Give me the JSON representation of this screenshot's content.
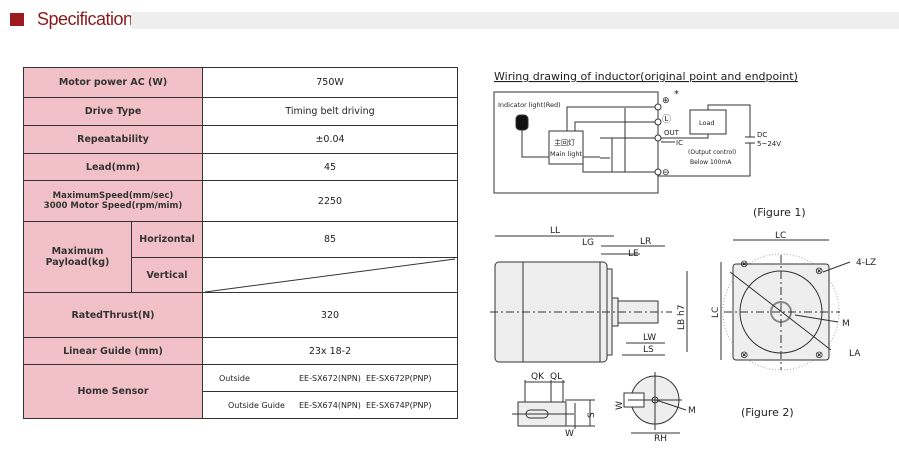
{
  "header": {
    "title": "Specification"
  },
  "table": {
    "motor_power": {
      "label": "Motor power AC (W)",
      "value": "750W"
    },
    "drive_type": {
      "label": "Drive Type",
      "value": "Timing belt driving"
    },
    "repeatability": {
      "label": "Repeatability",
      "value": "±0.04"
    },
    "lead": {
      "label": "Lead(mm)",
      "value": "45"
    },
    "max_speed": {
      "label1": "MaximumSpeed(mm/sec)",
      "label2": "3000 Motor Speed(rpm/mim)",
      "value": "2250"
    },
    "payload": {
      "label": "Maximum Payload(kg)",
      "horizontal_label": "Horizontal",
      "horizontal_value": "85",
      "vertical_label": "Vertical"
    },
    "thrust": {
      "label": "RatedThrust(N)",
      "value": "320"
    },
    "guide": {
      "label": "Linear Guide (mm)",
      "value": "23x 18-2"
    },
    "home_sensor": {
      "label": "Home Sensor",
      "row1_type": "Outside",
      "row1_models": "EE-SX672(NPN)  EE-SX672P(PNP)",
      "row2_type": "Outside Guide",
      "row2_models": "EE-SX674(NPN)  EE-SX674P(PNP)"
    }
  },
  "wiring": {
    "title": "Wiring drawing of inductor(original point and endpoint)",
    "indicator": "Indicator light(Red)",
    "main_cn": "主回灯",
    "main_en": "Main light",
    "out": "OUT",
    "ic": "IC",
    "load": "Load",
    "output_control": "(Output control)",
    "below": "Below 100mA",
    "dc": "DC",
    "voltage": "5~24V",
    "star": "*"
  },
  "figures": {
    "fig1": "(Figure 1)",
    "fig2": "(Figure 2)",
    "labels": {
      "LL": "LL",
      "LG": "LG",
      "LR": "LR",
      "LE": "LE",
      "LB": "LB h7",
      "LW": "LW",
      "LS": "LS",
      "LC": "LC",
      "LC2": "LC",
      "LZ": "4-LZ",
      "M": "M",
      "LA": "LA",
      "QK": "QK",
      "QL": "QL",
      "S": "S",
      "W": "W",
      "W2": "W",
      "M2": "M",
      "RH": "RH"
    }
  }
}
